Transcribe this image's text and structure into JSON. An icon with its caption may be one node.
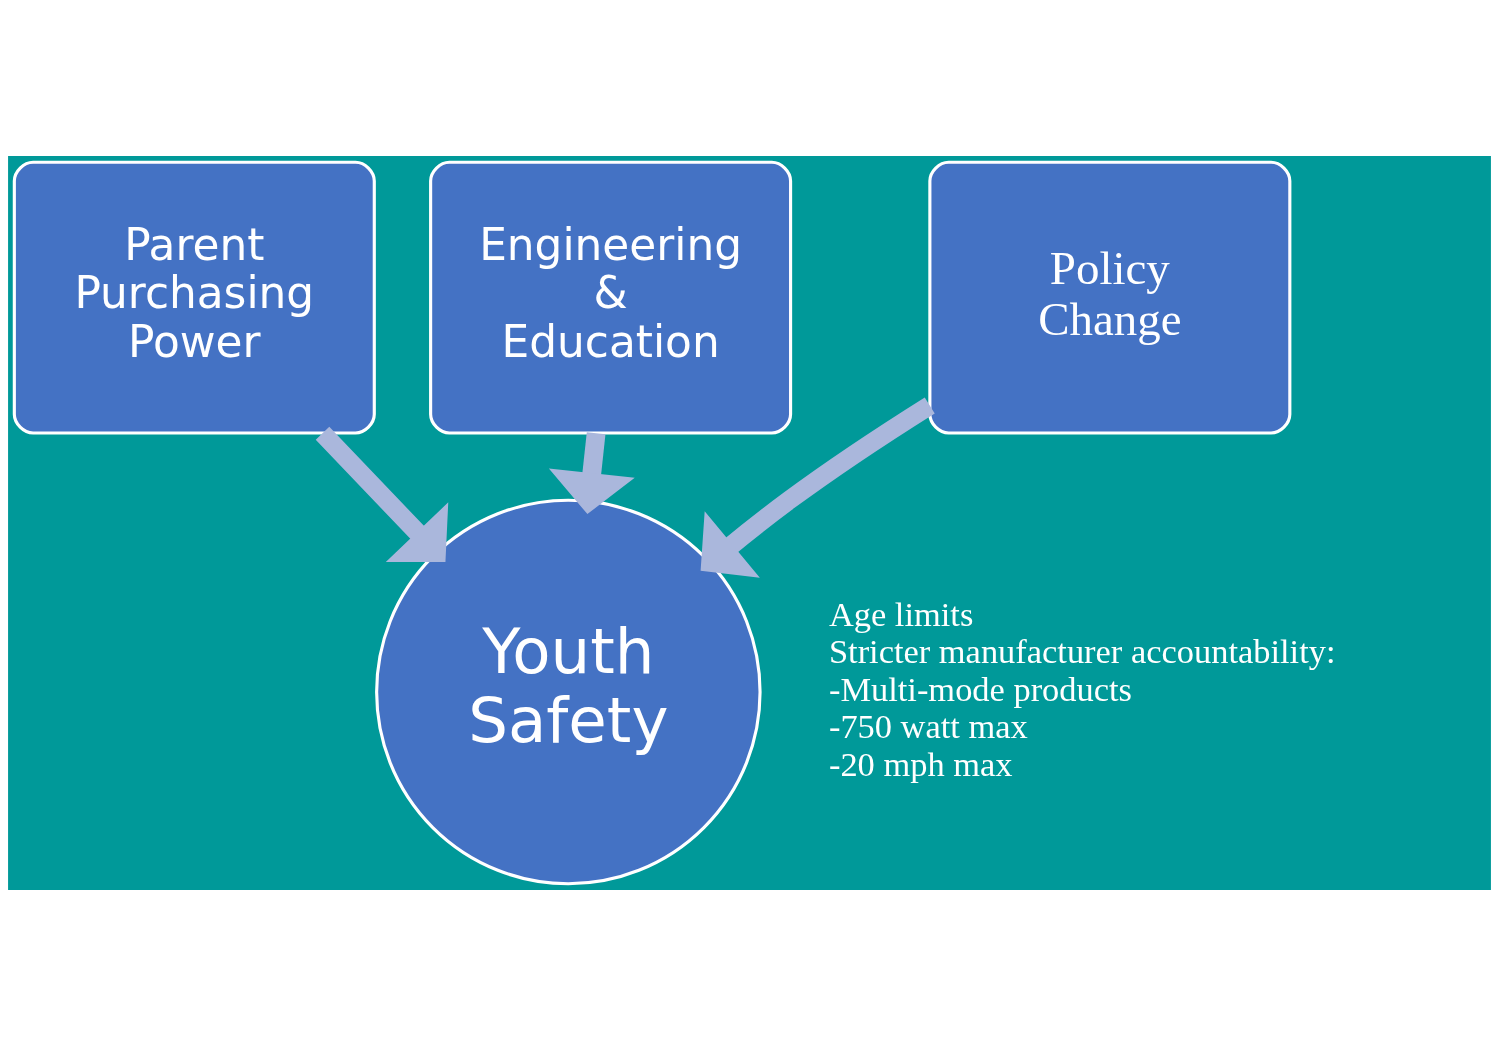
{
  "diagram": {
    "nodes": [
      {
        "text": [
          "Policy Change"
        ]
      },
      {
        "text": [
          "Parent Purchasing Power"
        ]
      },
      {
        "text": [
          "Engineering & Education"
        ]
      },
      {
        "text": [
          "Youth Safety"
        ]
      }
    ],
    "edges": [
      {
        "from": 0,
        "to": 3,
        "arrow": "to"
      },
      {
        "from": 1,
        "to": 3,
        "arrow": "to"
      },
      {
        "from": 2,
        "to": 3,
        "arrow": "to"
      }
    ],
    "labels": [
      "Age limits",
      "Stricter manufacturer accountability:",
      "-Multi-mode products",
      "-750 watt max",
      "-20 mph max"
    ]
  }
}
